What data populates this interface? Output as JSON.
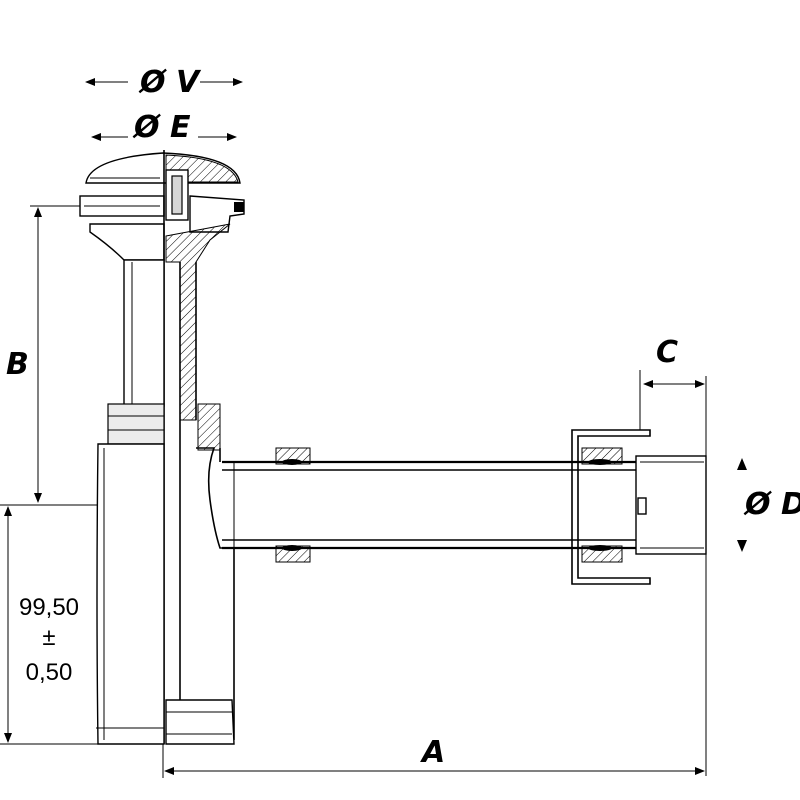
{
  "labels": {
    "dia_v": "Ø V",
    "dia_e": "Ø E",
    "b": "B",
    "c": "C",
    "dia_d": "Ø D",
    "a": "A",
    "height_value": "99,50",
    "height_pm": "±",
    "height_tol": "0,50"
  }
}
